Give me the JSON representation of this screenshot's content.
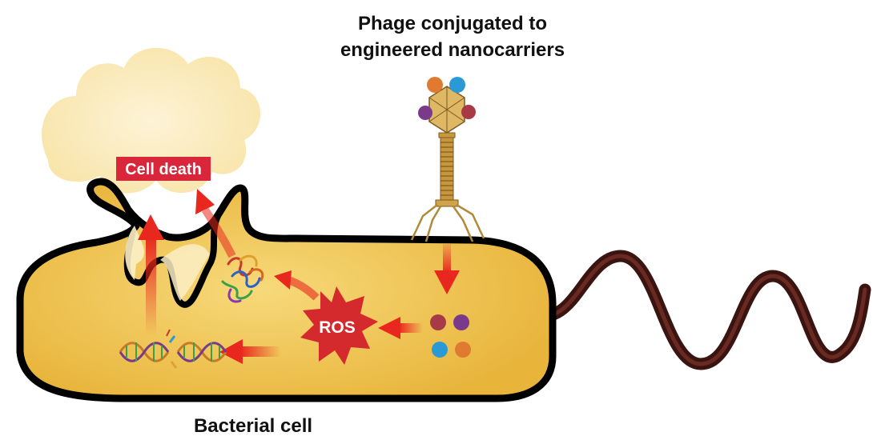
{
  "labels": {
    "phage_title_line1": "Phage conjugated to",
    "phage_title_line2": "engineered nanocarriers",
    "cell_death": "Cell death",
    "ros": "ROS",
    "bacterial_cell": "Bacterial cell"
  },
  "colors": {
    "cell_fill": "#efc04a",
    "cell_outline": "#000000",
    "cloud_fill": "#fcefc6",
    "arrow_red": "#e8281e",
    "cell_death_box": "#d9263a",
    "ros_burst": "#d42a2e",
    "flagellum": "#3a1410",
    "phage_gold": "#d8b05a",
    "nanoparticle_orange": "#e07a30",
    "nanoparticle_blue": "#2a9ad6",
    "nanoparticle_purple": "#7a3a8c",
    "nanoparticle_maroon": "#a83a48"
  },
  "icons": [
    "phage-icon",
    "nanoparticle-icon",
    "ros-burst-icon",
    "protein-icon",
    "dna-icon",
    "cloud-icon",
    "flagellum-icon"
  ]
}
